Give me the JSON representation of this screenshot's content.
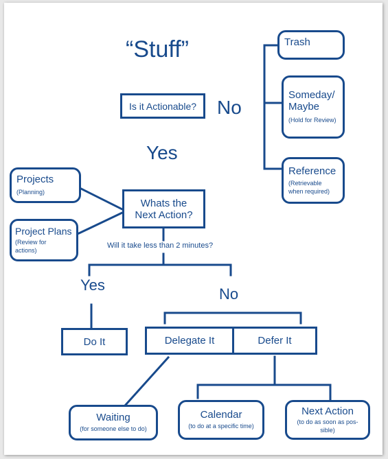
{
  "colors": {
    "accent": "#184a8c",
    "background": "#ffffff"
  },
  "heading": "“Stuff”",
  "decision1": {
    "question": "Is it Actionable?",
    "no_label": "No",
    "yes_label": "Yes"
  },
  "no_branch": [
    {
      "title": "Trash",
      "note": ""
    },
    {
      "title": "Someday/\nMaybe",
      "note": "(Hold for Review)"
    },
    {
      "title": "Reference",
      "note": "(Retrievable\nwhen required)"
    }
  ],
  "next_action": {
    "question": "Whats the\nNext Action?",
    "side_boxes": [
      {
        "title": "Projects",
        "note": "(Planning)"
      },
      {
        "title": "Project Plans",
        "note": "(Review for\nactions)"
      }
    ],
    "two_minute_question": "Will it take less than 2 minutes?"
  },
  "two_minute": {
    "yes_label": "Yes",
    "no_label": "No",
    "do_it": "Do It",
    "delegate_it": "Delegate It",
    "defer_it": "Defer It"
  },
  "outcomes": {
    "waiting": {
      "title": "Waiting",
      "note": "(for someone else to do)"
    },
    "calendar": {
      "title": "Calendar",
      "note": "(to do at a specific time)"
    },
    "next_action": {
      "title": "Next Action",
      "note": "(to do as soon as pos-\nsible)"
    }
  }
}
